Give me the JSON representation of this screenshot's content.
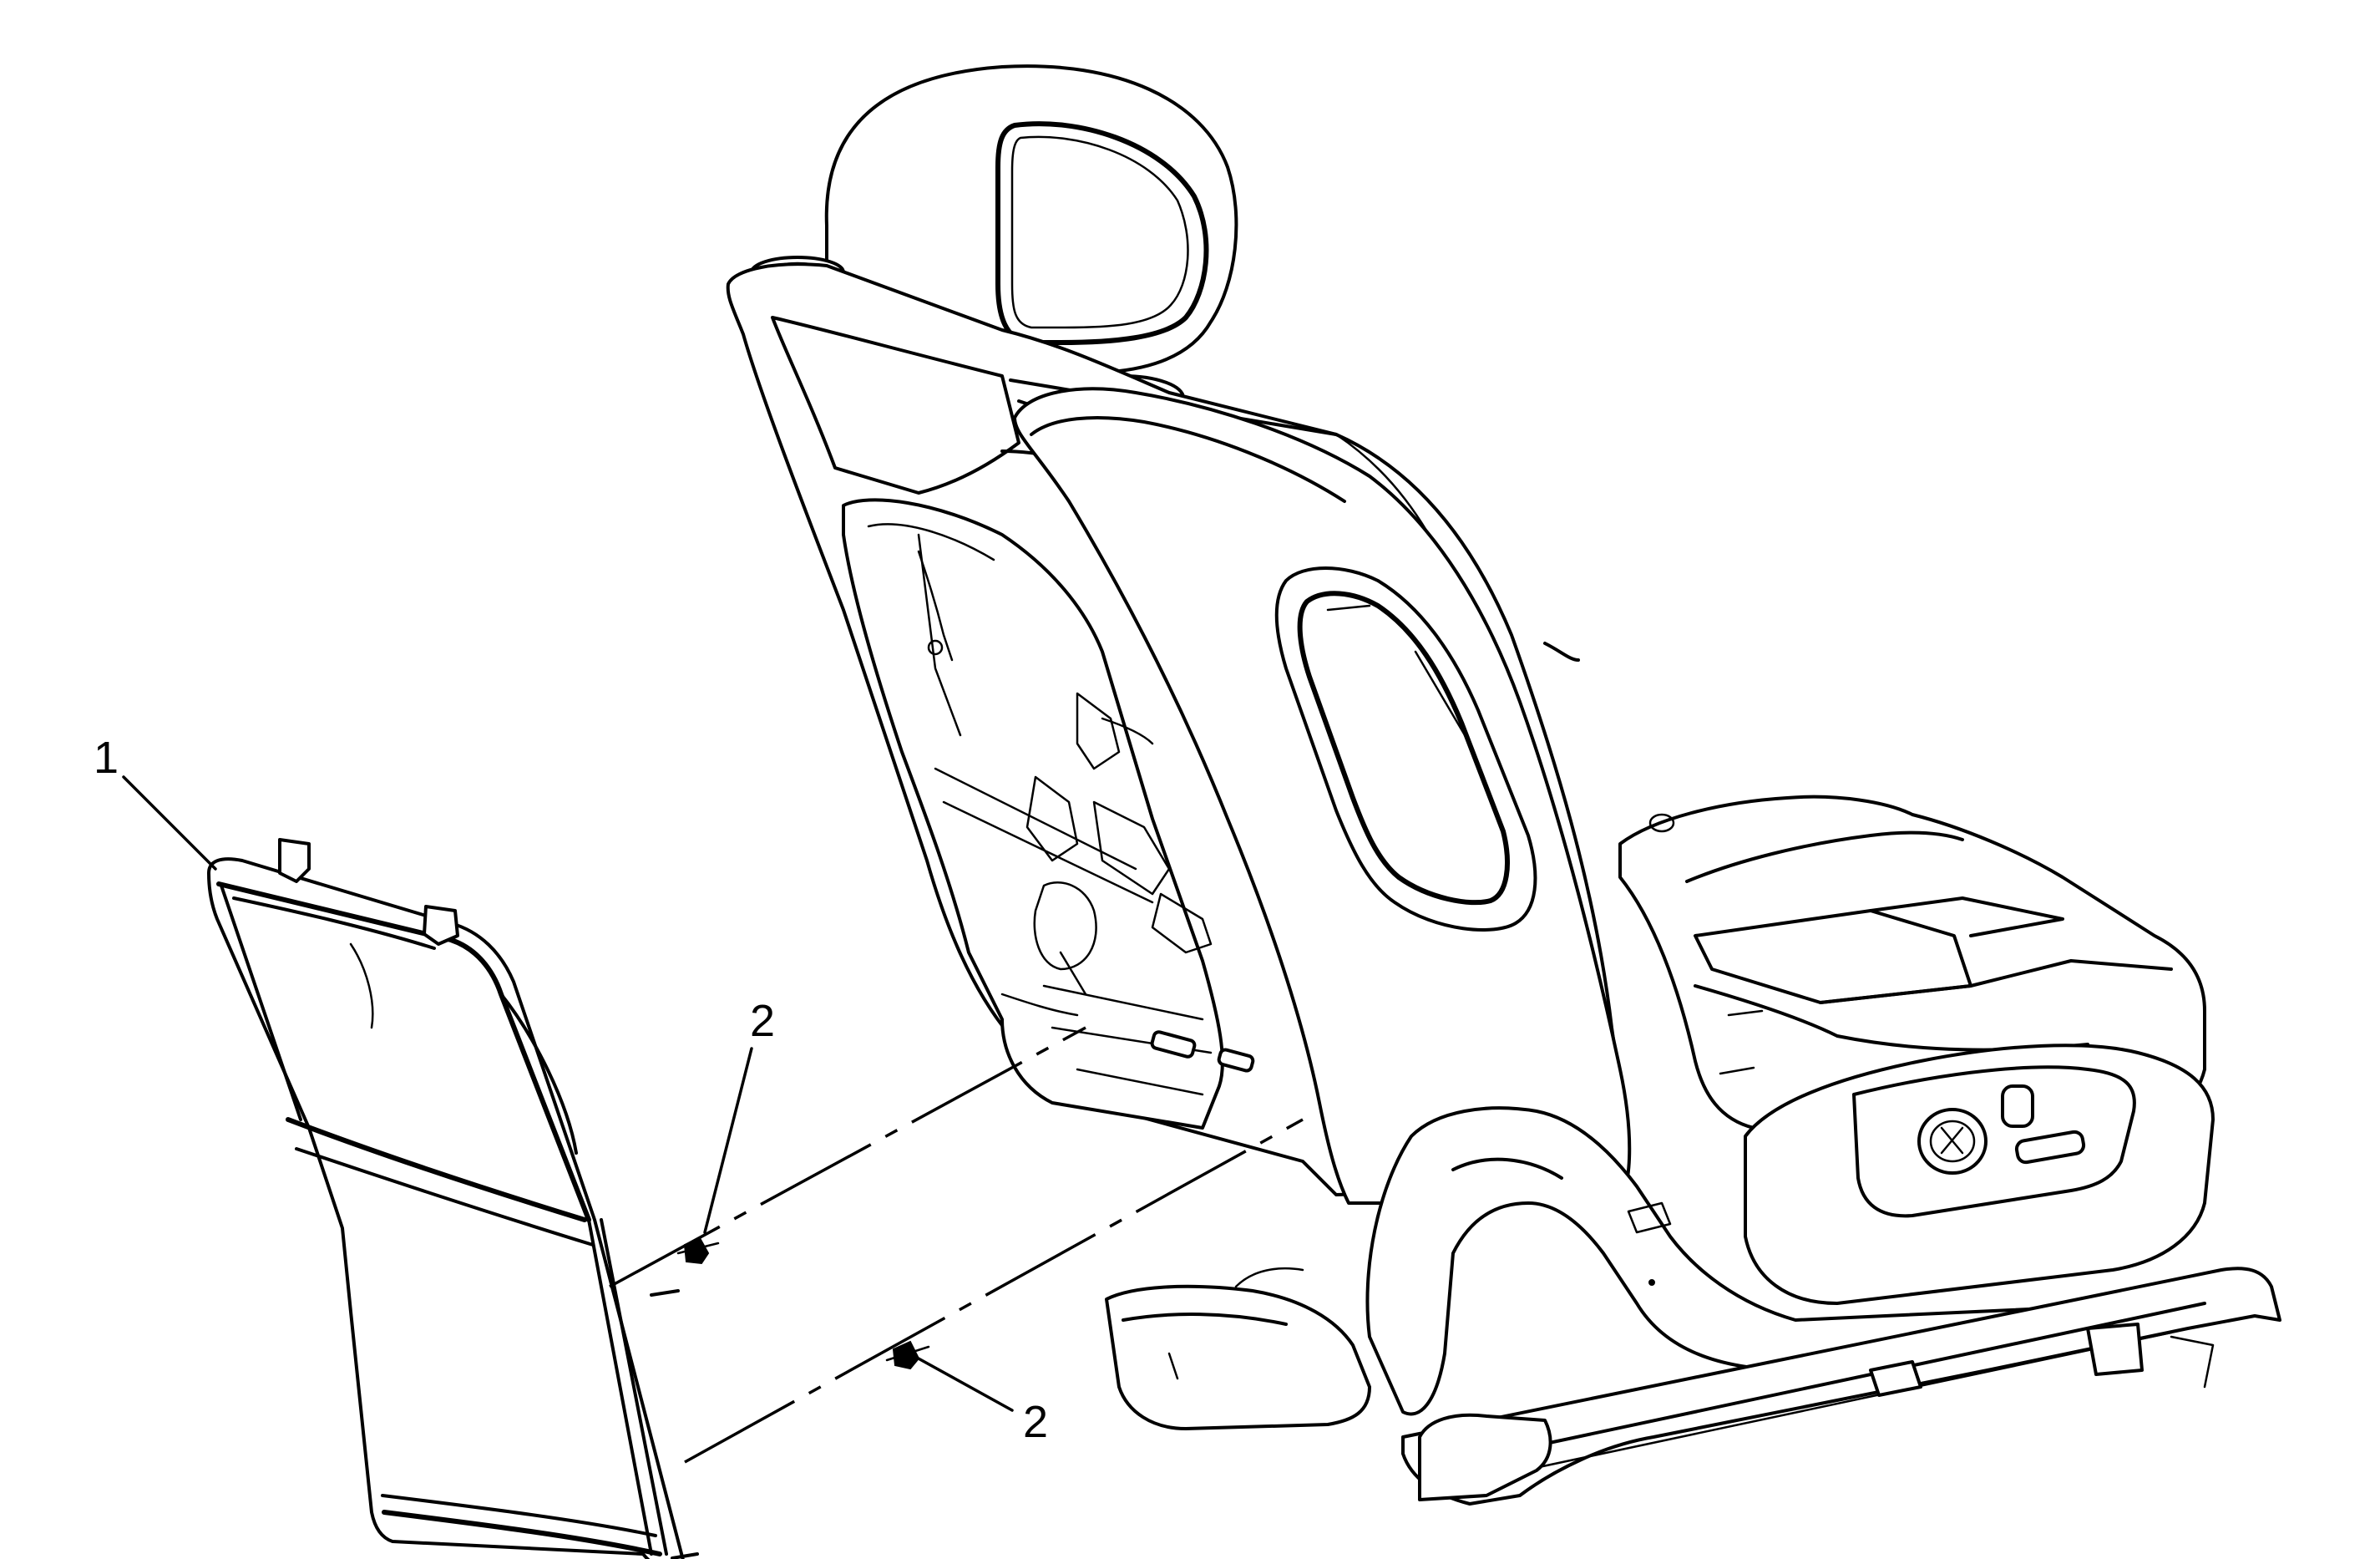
{
  "callouts": [
    {
      "id": "callout-1",
      "label": "1"
    },
    {
      "id": "callout-2-upper",
      "label": "2"
    },
    {
      "id": "callout-2-lower",
      "label": "2"
    }
  ]
}
